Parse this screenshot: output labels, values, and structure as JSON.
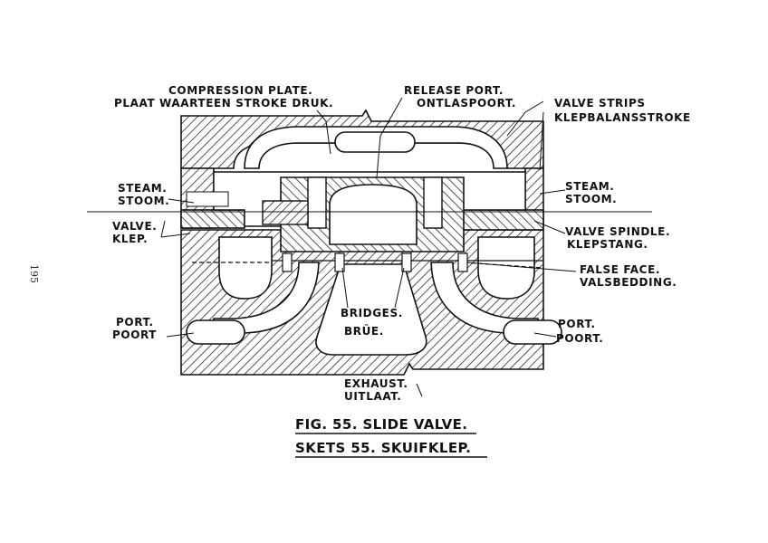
{
  "page_number": "195",
  "labels": {
    "compression_plate": "COMPRESSION PLATE.",
    "plaat": "PLAAT WAARTEEN STROKE DRUK.",
    "release_port": "RELEASE PORT.",
    "ontlaspoort": "ONTLASPOORT.",
    "valve_strips": "VALVE STRIPS",
    "klepbalansstroke": "KLEPBALANSSTROKE",
    "steam_left": "STEAM.",
    "stoom_left": "STOOM.",
    "steam_right": "STEAM.",
    "stoom_right": "STOOM.",
    "valve": "VALVE.",
    "klep": "KLEP.",
    "valve_spindle": "VALVE SPINDLE.",
    "klepstang": "KLEPSTANG.",
    "false_face": "FALSE FACE.",
    "valsbedding": "VALSBEDDING.",
    "port_left": "PORT.",
    "poort_left": "POORT",
    "port_right": "PORT.",
    "poort_right": "POORT.",
    "bridges": "BRIDGES.",
    "brue": "BRÛE.",
    "exhaust": "EXHAUST.",
    "uitlaat": "UITLAAT."
  },
  "caption": {
    "line1": "FIG. 55. SLIDE VALVE.",
    "line2": "SKETS 55. SKUIFKLEP."
  },
  "colors": {
    "ink": "#111111",
    "paper": "#ffffff"
  }
}
